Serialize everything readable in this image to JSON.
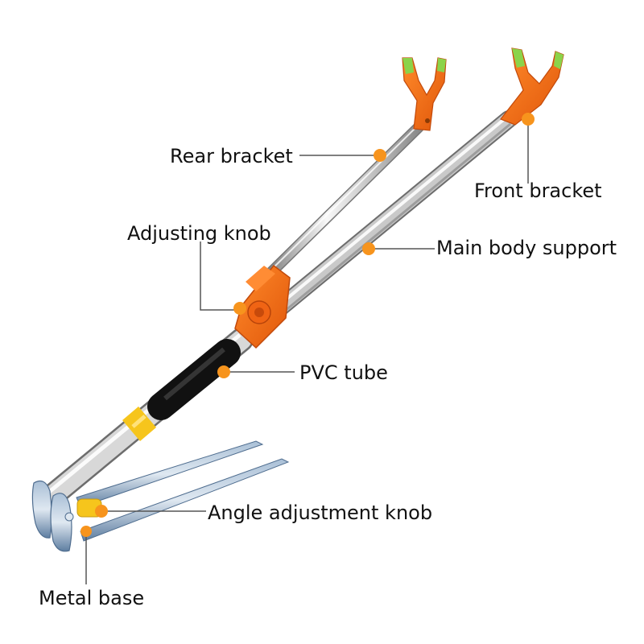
{
  "labels": {
    "rear_bracket": "Rear bracket",
    "front_bracket": "Front bracket",
    "adjusting_knob": "Adjusting knob",
    "main_body_support": "Main body support",
    "pvc_tube": "PVC tube",
    "angle_adjustment_knob": "Angle adjustment knob",
    "metal_base": "Metal base"
  },
  "colors": {
    "accent_orange": "#f7941d",
    "bracket_orange": "#f26a12",
    "bracket_green": "#8bd34a",
    "steel_light": "#f2f2f2",
    "steel_dark": "#8a8a8a",
    "grip_black": "#1f1f1f",
    "band_yellow": "#f6c51c",
    "spike_blue": "#6f8fb3",
    "leader_line": "#555555",
    "label_text": "#111111"
  }
}
